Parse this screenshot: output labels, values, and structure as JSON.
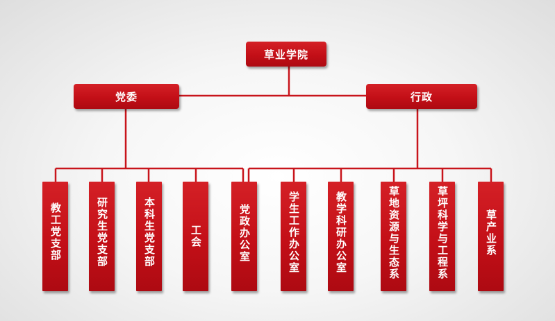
{
  "colors": {
    "node_fill": "#c8141b",
    "connector": "#c8141b",
    "text": "#ffffff"
  },
  "root": {
    "label": "草业学院"
  },
  "branches": [
    {
      "id": "party",
      "label": "党委"
    },
    {
      "id": "admin",
      "label": "行政"
    }
  ],
  "party_units": [
    {
      "label": "教工党支部"
    },
    {
      "label": "研究生党支部"
    },
    {
      "label": "本科生党支部"
    },
    {
      "label": "工会"
    },
    {
      "label": "党政办公室"
    }
  ],
  "admin_units": [
    {
      "label": "学生工作办公室"
    },
    {
      "label": "教学科研办公室"
    },
    {
      "label": "草地资源与生态系"
    },
    {
      "label": "草坪科学与工程系"
    },
    {
      "label": "草产业系"
    }
  ]
}
